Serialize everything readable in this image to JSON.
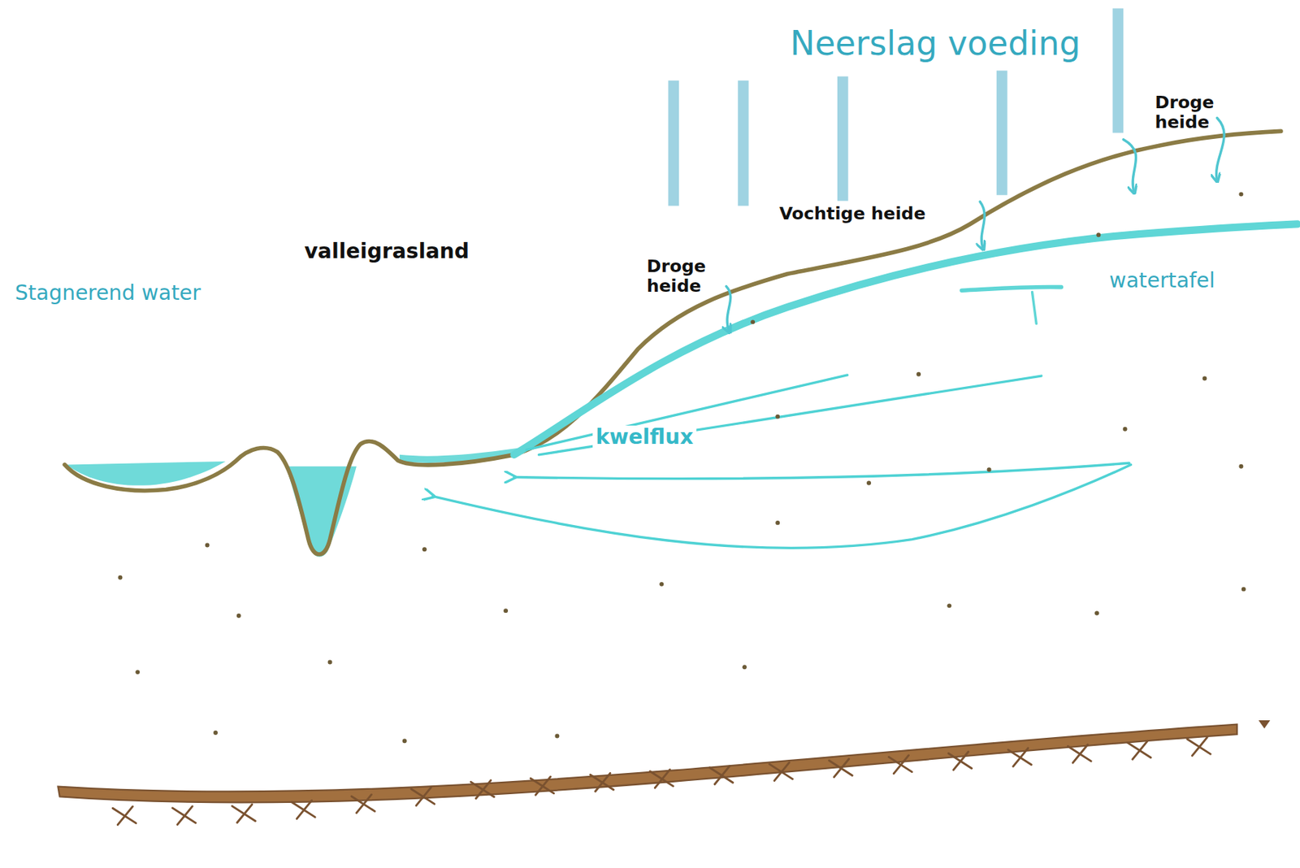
{
  "diagram": {
    "labels": [
      "Neerslag voeding",
      "Droge heide",
      "Vochtige heide",
      "valleigrasland",
      "Stagnerend water",
      "Droge heide",
      "watertafel",
      "kwelflux"
    ]
  }
}
